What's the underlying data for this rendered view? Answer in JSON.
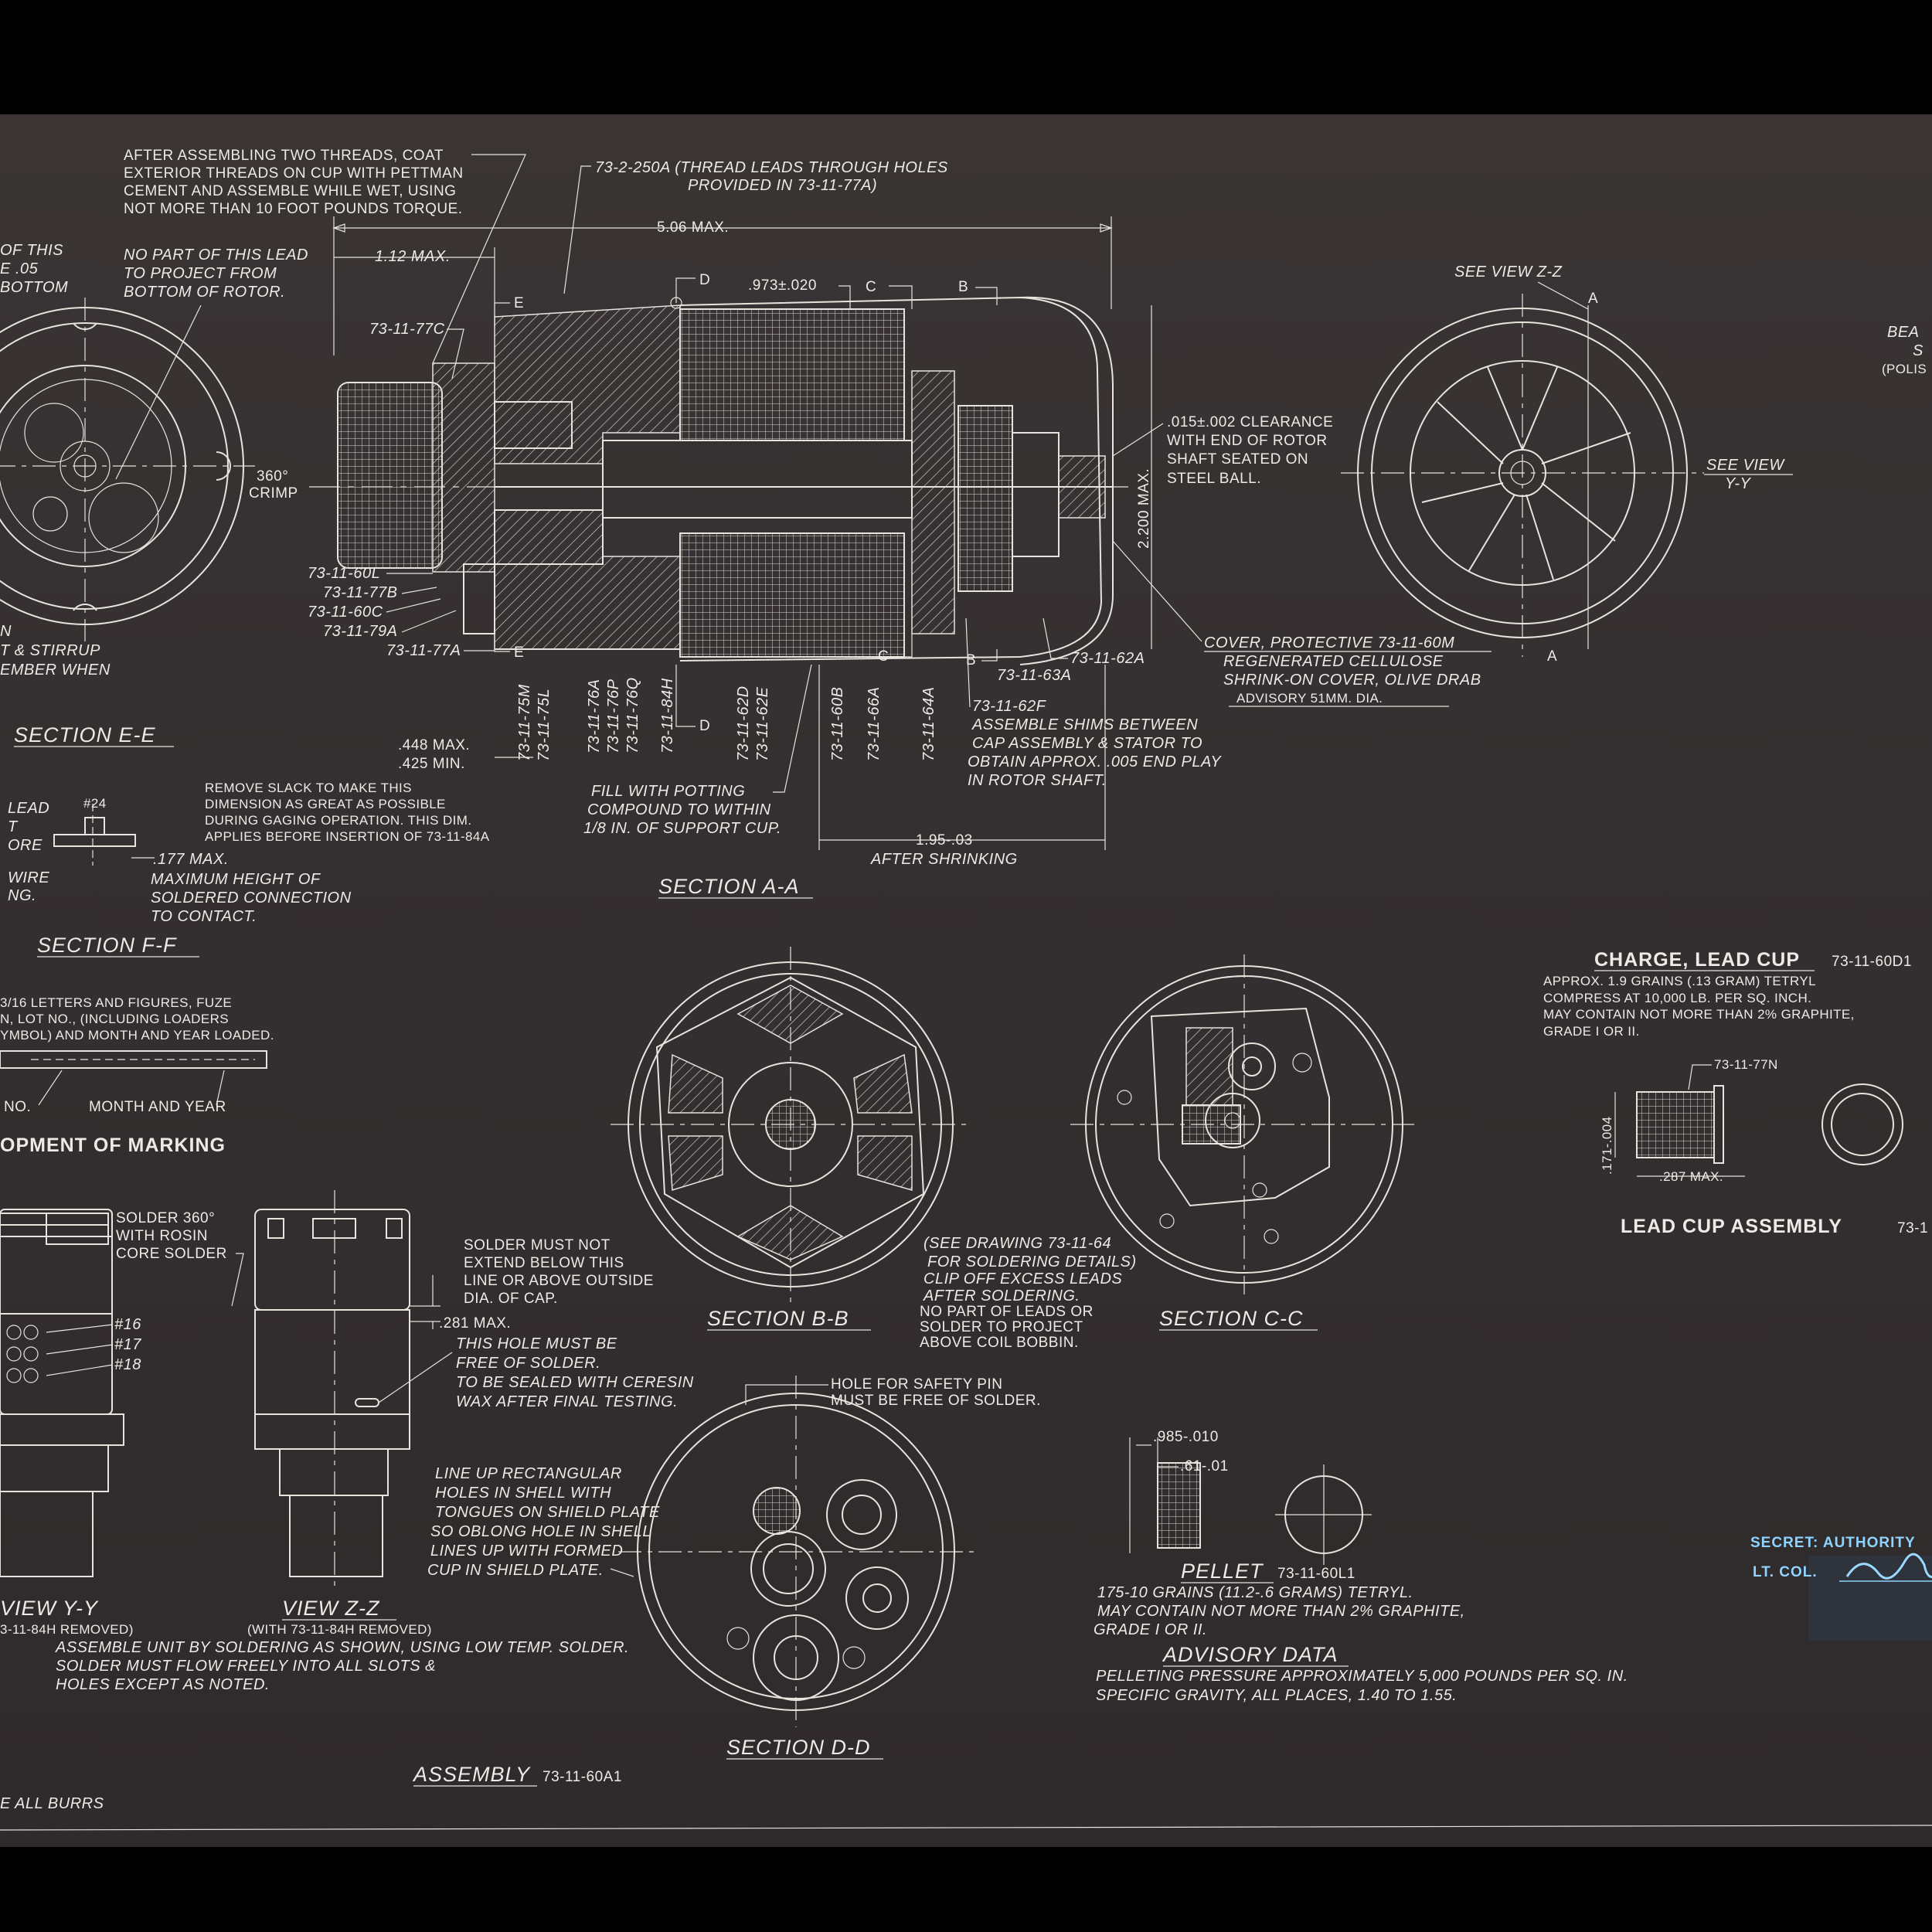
{
  "top_notes": {
    "assembling_threads": [
      "AFTER ASSEMBLING TWO THREADS, COAT",
      "EXTERIOR THREADS ON CUP WITH PETTMAN",
      "CEMENT AND ASSEMBLE WHILE WET, USING",
      "NOT MORE THAN 10 FOOT POUNDS TORQUE."
    ],
    "thread_leads": [
      "73-2-250A (THREAD LEADS THROUGH HOLES",
      "PROVIDED IN 73-11-77A)"
    ],
    "lead_project": [
      "NO PART OF THIS LEAD",
      "TO PROJECT FROM",
      "BOTTOM OF ROTOR."
    ],
    "left_cut": [
      "OF THIS",
      "E .05",
      "BOTTOM"
    ],
    "left_cut_lower": [
      "N",
      "T & STIRRUP",
      "EMBER WHEN"
    ]
  },
  "dimensions": {
    "overall_len": "5.06 MAX.",
    "cup_len": "1.12 MAX.",
    "bore": ".973±.020",
    "clearance": [
      ".015±.002 CLEARANCE",
      "WITH END OF ROTOR",
      "SHAFT SEATED ON",
      "STEEL BALL."
    ],
    "dia": "2.200 MAX.",
    "crimp": [
      "360°",
      "CRIMP"
    ],
    "shrink": "1.95-.03",
    "after_shrink": "AFTER SHRINKING",
    "max448": ".448 MAX.",
    "min425": ".425 MIN.",
    "h177": ".177 MAX.",
    "d281": ".281 MAX.",
    "lc_h": ".171-.004",
    "lc_w": ".287 MAX.",
    "pel_w": ".985-.010",
    "pel_d": ".61-.01"
  },
  "part_labels": {
    "p77c": "73-11-77C",
    "p60l": "73-11-60L",
    "p77b": "73-11-77B",
    "p60c": "73-11-60C",
    "p79a": "73-11-79A",
    "p77a": "73-11-77A",
    "p62a": "73-11-62A",
    "p63a": "73-11-63A",
    "p62f": "73-11-62F",
    "vertical": [
      "73-11-75M",
      "73-11-75L",
      "73-11-76A",
      "73-11-76P",
      "73-11-76Q",
      "73-11-84H",
      "73-11-62D",
      "73-11-62E",
      "73-11-60B",
      "73-11-66A",
      "73-11-64A"
    ],
    "letters": {
      "d": "D",
      "c": "C",
      "b": "B",
      "e": "E",
      "a": "A"
    }
  },
  "cover": [
    "COVER, PROTECTIVE 73-11-60M",
    "REGENERATED CELLULOSE",
    "SHRINK-ON COVER, OLIVE DRAB",
    "ADVISORY 51MM. DIA."
  ],
  "shim_note": [
    "ASSEMBLE SHIMS BETWEEN",
    "CAP ASSEMBLY & STATOR TO",
    "OBTAIN APPROX. .005 END PLAY",
    "IN ROTOR SHAFT."
  ],
  "slack_note": [
    "REMOVE SLACK TO MAKE THIS",
    "DIMENSION AS GREAT AS POSSIBLE",
    "DURING GAGING OPERATION. THIS DIM.",
    "APPLIES BEFORE INSERTION OF 73-11-84A"
  ],
  "potting_note": [
    "FILL WITH POTTING",
    "COMPOUND TO WITHIN",
    "1/8 IN. OF SUPPORT CUP."
  ],
  "solder_height": [
    "MAXIMUM HEIGHT OF",
    "SOLDERED CONNECTION",
    "TO CONTACT."
  ],
  "left_ff": [
    "LEAD",
    "T",
    "ORE",
    "#24",
    "WIRE",
    "NG."
  ],
  "see_views": {
    "zz": "SEE VIEW Z-Z",
    "yy": [
      "SEE VIEW",
      "Y-Y"
    ]
  },
  "right_edge": [
    "BEA",
    "S",
    "(POLIS"
  ],
  "marking": {
    "line1": "3/16 LETTERS AND FIGURES, FUZE",
    "line2": "N, LOT NO., (INCLUDING LOADERS",
    "line3": "YMBOL) AND MONTH AND YEAR LOADED.",
    "no": "NO.",
    "month": "MONTH AND YEAR",
    "title": "OPMENT OF MARKING"
  },
  "charge": {
    "title": "CHARGE, LEAD CUP",
    "part": "73-11-60D1",
    "lines": [
      "APPROX. 1.9 GRAINS (.13 GRAM) TETRYL",
      "COMPRESS AT 10,000 LB. PER SQ. INCH.",
      "MAY CONTAIN NOT MORE THAN 2% GRAPHITE,",
      "GRADE I OR II."
    ],
    "part77n": "73-11-77N",
    "assembly": "LEAD CUP ASSEMBLY",
    "assembly_part": "73-1"
  },
  "solder_notes": {
    "s360": [
      "SOLDER 360°",
      "WITH ROSIN",
      "CORE SOLDER"
    ],
    "must_not": [
      "SOLDER MUST NOT",
      "EXTEND BELOW THIS",
      "LINE OR ABOVE OUTSIDE",
      "DIA. OF CAP."
    ],
    "hole": [
      "THIS HOLE MUST BE",
      "FREE OF SOLDER.",
      "TO BE SEALED WITH CERESIN",
      "WAX AFTER FINAL TESTING."
    ],
    "pins": [
      "#16",
      "#17",
      "#18"
    ],
    "drawing_ref": [
      "(SEE DRAWING 73-11-64",
      "FOR SOLDERING DETAILS)",
      "CLIP OFF EXCESS LEADS",
      "AFTER SOLDERING.",
      "NO PART OF LEADS OR",
      "SOLDER TO PROJECT",
      "ABOVE COIL BOBBIN."
    ],
    "safety_pin": [
      "HOLE FOR SAFETY PIN",
      "MUST BE FREE OF SOLDER."
    ],
    "line_up": [
      "LINE UP RECTANGULAR",
      "HOLES IN SHELL WITH",
      "TONGUES ON SHIELD PLATE",
      "SO OBLONG HOLE IN SHELL",
      "LINES UP WITH FORMED",
      "CUP IN SHIELD PLATE."
    ],
    "assemble": [
      "ASSEMBLE UNIT BY SOLDERING AS SHOWN, USING LOW TEMP. SOLDER.",
      "SOLDER MUST FLOW FREELY INTO ALL SLOTS &",
      "HOLES EXCEPT AS NOTED."
    ],
    "removed1": "3-11-84H REMOVED)",
    "removed2": "(WITH 73-11-84H REMOVED)",
    "burrs": "E ALL BURRS"
  },
  "pellet": {
    "title": "PELLET",
    "part": "73-11-60L1",
    "lines": [
      "175-10 GRAINS (11.2-.6 GRAMS) TETRYL.",
      "MAY CONTAIN NOT MORE THAN 2% GRAPHITE,",
      "GRADE I OR II."
    ]
  },
  "advisory": {
    "title": "ADVISORY DATA",
    "lines": [
      "PELLETING PRESSURE APPROXIMATELY 5,000 POUNDS PER SQ. IN.",
      "SPECIFIC GRAVITY, ALL PLACES, 1.40 TO 1.55."
    ]
  },
  "sections": {
    "ee": "SECTION E-E",
    "aa": "SECTION A-A",
    "ff": "SECTION F-F",
    "bb": "SECTION B-B",
    "cc": "SECTION C-C",
    "dd": "SECTION D-D",
    "yy": "VIEW Y-Y",
    "zz": "VIEW Z-Z",
    "assembly": "ASSEMBLY",
    "assembly_part": "73-11-60A1"
  },
  "security": {
    "line1": "SECRET: AUTHORITY",
    "line2": "LT. COL."
  }
}
